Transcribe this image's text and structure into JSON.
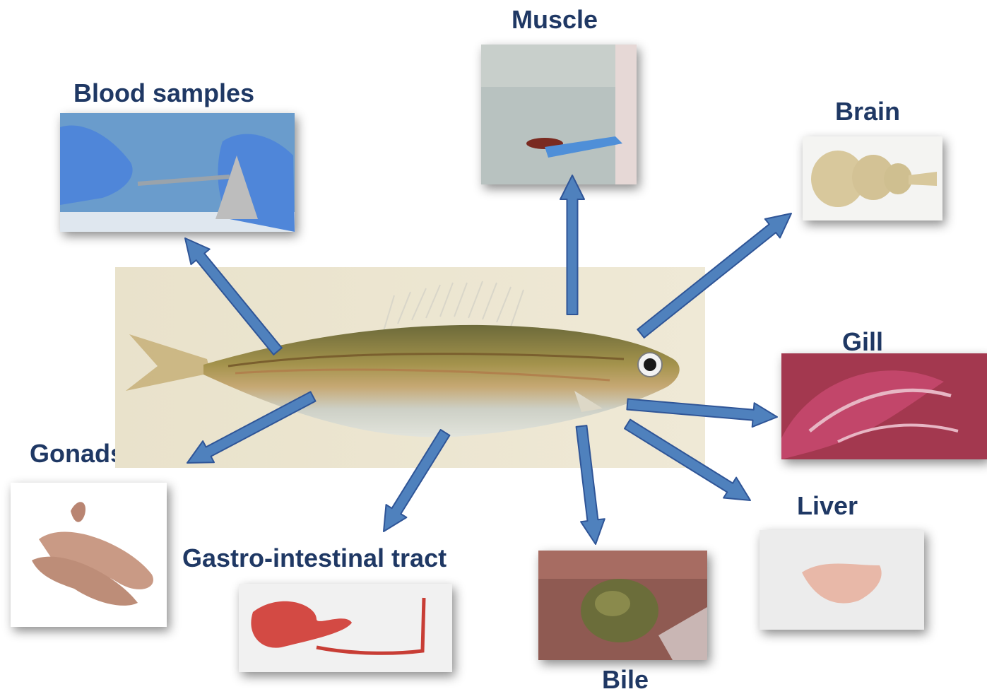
{
  "labels": {
    "muscle": "Muscle",
    "blood": "Blood samples",
    "brain": "Brain",
    "gill": "Gill",
    "gonads": "Gonads",
    "liver": "Liver",
    "gi": "Gastro-intestinal tract",
    "bile": "Bile"
  },
  "colors": {
    "label_text": "#1f3864",
    "arrow_fill": "#4f81bd",
    "arrow_stroke": "#2f5597"
  }
}
